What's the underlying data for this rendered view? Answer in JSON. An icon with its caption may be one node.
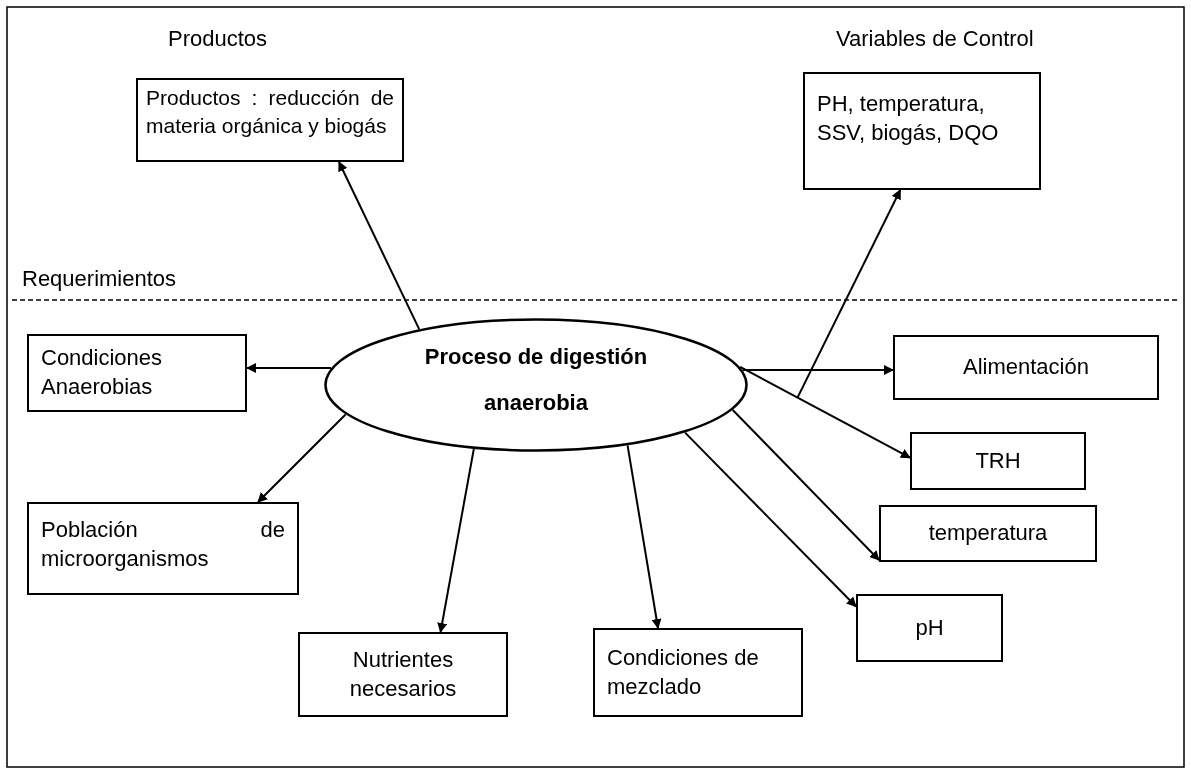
{
  "diagram": {
    "nodes": [
      {
        "text": [
          "Productos : reducción de materia orgánica y biogás"
        ]
      },
      {
        "text": [
          "PH, temperatura, SSV, biogás, DQO"
        ]
      },
      {
        "text": [
          "Proceso de digestión anaerobia"
        ]
      },
      {
        "text": [
          "Condiciones Anaerobias"
        ]
      },
      {
        "text": [
          "Alimentación"
        ]
      },
      {
        "text": [
          "TRH"
        ]
      },
      {
        "text": [
          "Población de microorganismos"
        ]
      },
      {
        "text": [
          "temperatura"
        ]
      },
      {
        "text": [
          "pH"
        ]
      },
      {
        "text": [
          "Nutrientes necesarios"
        ]
      },
      {
        "text": [
          "Condiciones de mezclado"
        ]
      }
    ],
    "edges": [
      {
        "from": 2,
        "to": 0,
        "arrow": "to"
      },
      {
        "from": 2,
        "to": 1,
        "arrow": "to"
      },
      {
        "from": 2,
        "to": 3,
        "arrow": "to"
      },
      {
        "from": 2,
        "to": 4,
        "arrow": "to"
      },
      {
        "from": 2,
        "to": 5,
        "arrow": "to"
      },
      {
        "from": 2,
        "to": 6,
        "arrow": "to"
      },
      {
        "from": 2,
        "to": 9,
        "arrow": "to"
      },
      {
        "from": 2,
        "to": 10,
        "arrow": "to"
      },
      {
        "from": 2,
        "to": 7,
        "arrow": "to"
      },
      {
        "from": 2,
        "to": 8,
        "arrow": "to"
      }
    ],
    "labels": [
      "Productos",
      "Variables de Control",
      "Requerimientos"
    ]
  }
}
